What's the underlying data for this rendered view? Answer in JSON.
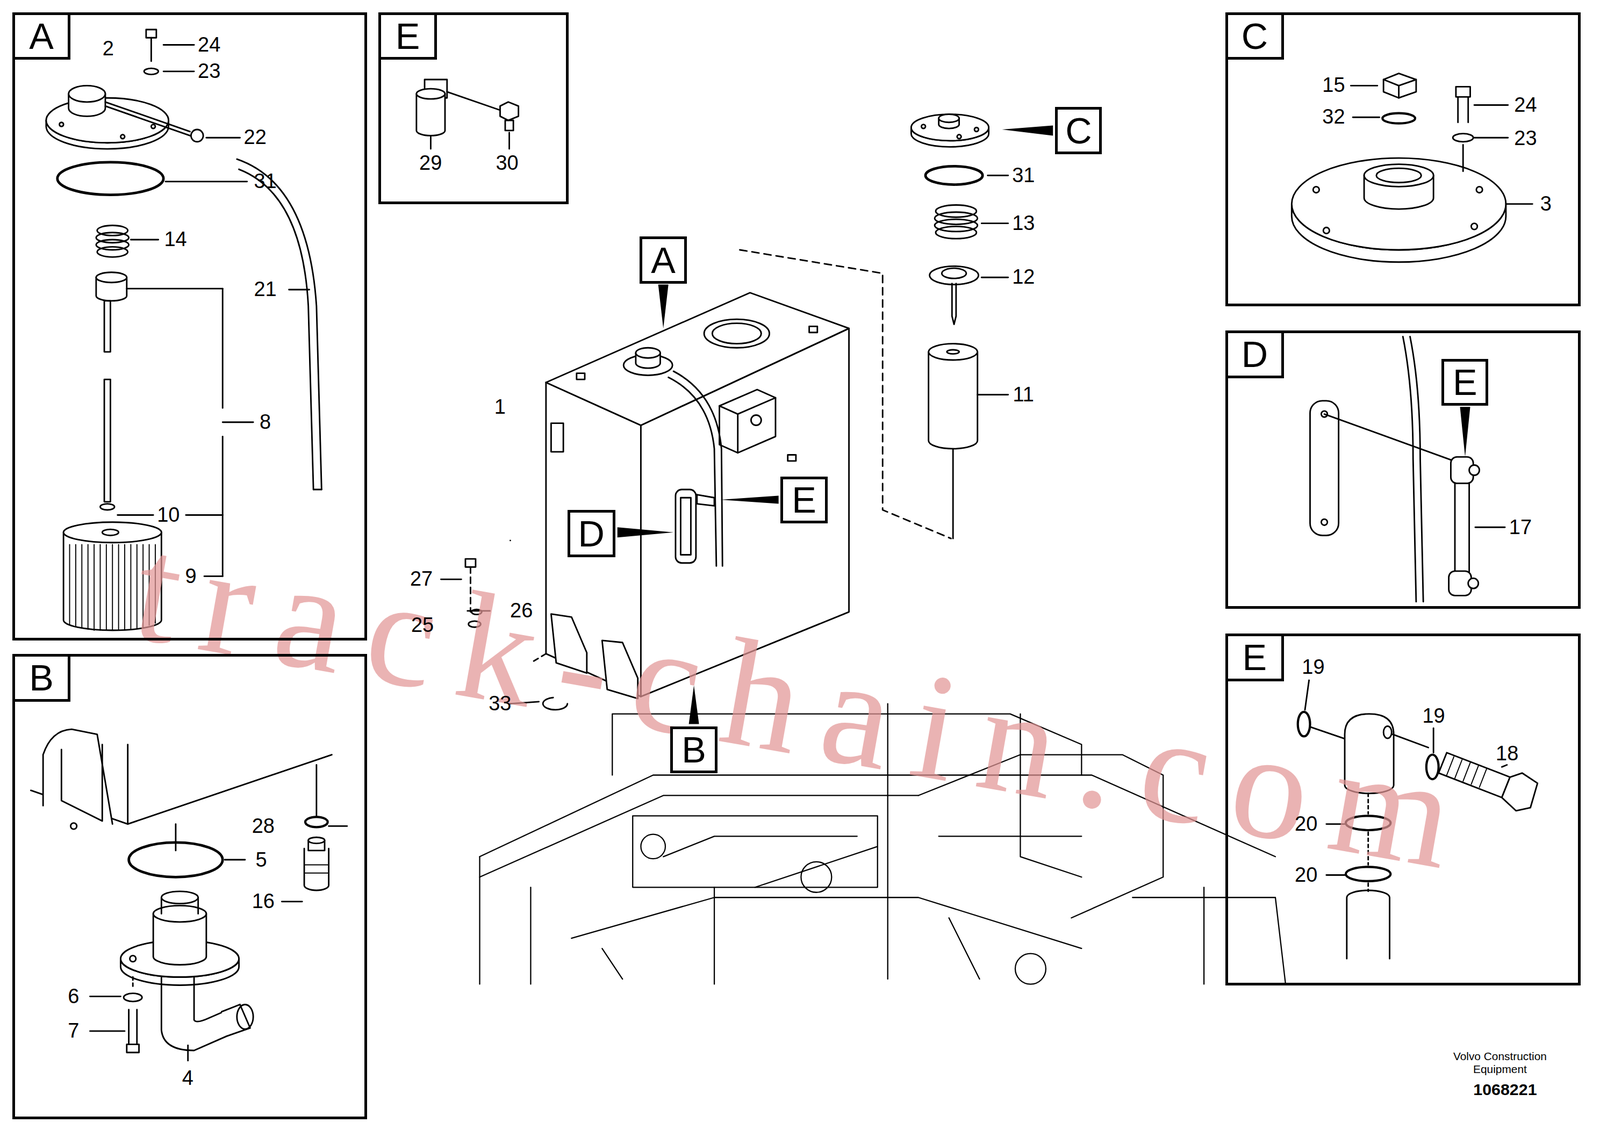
{
  "diagram": {
    "nodes": [
      {
        "text": [
          "A"
        ]
      },
      {
        "text": [
          "E"
        ]
      },
      {
        "text": [
          "C"
        ]
      },
      {
        "text": [
          "D"
        ]
      },
      {
        "text": [
          "E"
        ],
        "in": 3
      },
      {
        "text": [
          "E"
        ]
      },
      {
        "text": [
          "B"
        ]
      },
      {
        "text": [
          "A"
        ]
      },
      {
        "text": [
          "D"
        ]
      },
      {
        "text": [
          "E"
        ]
      },
      {
        "text": [
          "B"
        ]
      },
      {
        "text": [
          "C"
        ]
      }
    ],
    "labels": [
      "track-chain.com",
      "2",
      "24",
      "23",
      "22",
      "31",
      "14",
      "21",
      "8",
      "10",
      "9",
      "29",
      "30",
      "1",
      "27",
      "26",
      "25",
      "33",
      "31",
      "13",
      "12",
      "11",
      "15",
      "24",
      "32",
      "23",
      "3",
      "17",
      "19",
      "19",
      "18",
      "20",
      "20",
      "28",
      "5",
      "16",
      "6",
      "7",
      "4",
      "Volvo Construction Equipment",
      "1068221"
    ]
  }
}
